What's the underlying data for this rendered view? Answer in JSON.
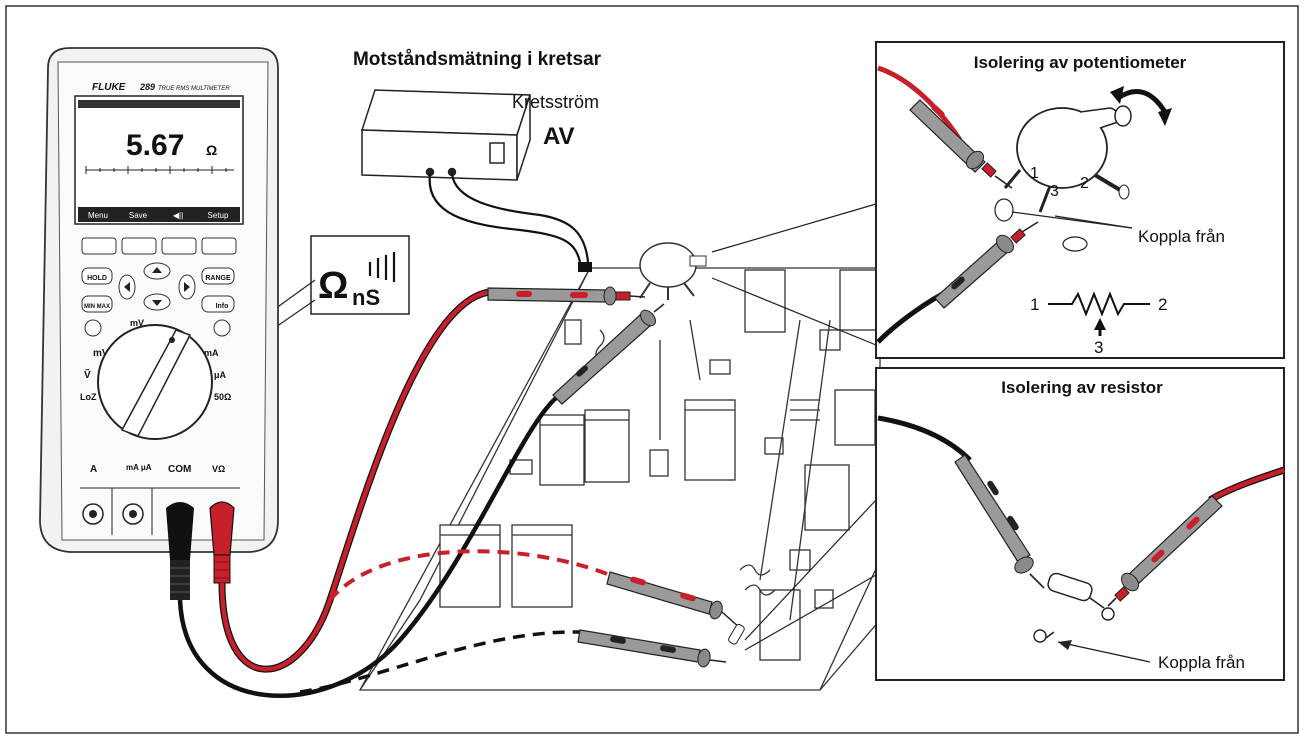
{
  "main_title": "Motståndsmätning i kretsar",
  "power_label_line1": "Kretsström",
  "power_label_line2": "AV",
  "callout_symbol_ohm": "Ω",
  "callout_symbol_ns": "nS",
  "meter": {
    "brand": "FLUKE",
    "model": "289",
    "model_desc": "TRUE RMS MULTIMETER",
    "display_value": "5.67",
    "display_unit": "Ω",
    "softkeys": [
      "Menu",
      "Save",
      "◀||",
      "Setup"
    ],
    "buttons": {
      "hold": "HOLD",
      "minmax": "MIN MAX",
      "range": "RANGE",
      "info": "Info"
    },
    "dial_labels": {
      "mv": "mV",
      "v_ac": "Ṽ",
      "loz": "LoZ",
      "mv_ohm": "mV",
      "ma": "mA",
      "ua": "μA",
      "fifty": "50Ω"
    },
    "jacks": {
      "a": "A",
      "ma_ua": "mA μA",
      "com": "COM",
      "v_ohm": "VΩ"
    }
  },
  "panel_potentiometer": {
    "title": "Isolering av potentiometer",
    "pin1": "1",
    "pin2": "2",
    "pin3": "3",
    "disconnect": "Koppla från",
    "schematic_left": "1",
    "schematic_right": "2",
    "schematic_wiper": "3"
  },
  "panel_resistor": {
    "title": "Isolering av resistor",
    "disconnect": "Koppla från"
  },
  "colors": {
    "lead_red": "#c8202a",
    "lead_black": "#111111",
    "probe_grey": "#9a9a9a",
    "line": "#222222"
  }
}
